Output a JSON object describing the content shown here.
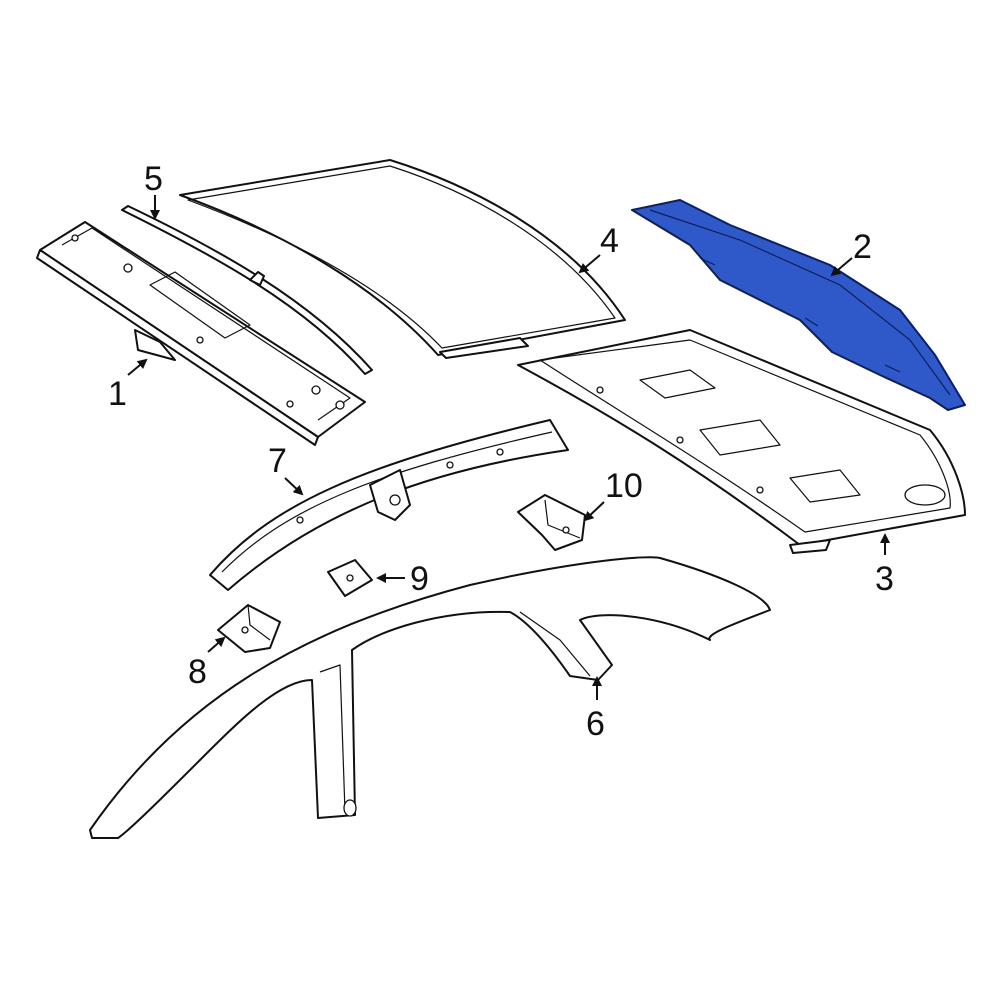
{
  "diagram": {
    "highlight_color": "#2f58c8",
    "line_color": "#111111",
    "callouts": [
      {
        "id": "1",
        "label": "1"
      },
      {
        "id": "2",
        "label": "2"
      },
      {
        "id": "3",
        "label": "3"
      },
      {
        "id": "4",
        "label": "4"
      },
      {
        "id": "5",
        "label": "5"
      },
      {
        "id": "6",
        "label": "6"
      },
      {
        "id": "7",
        "label": "7"
      },
      {
        "id": "8",
        "label": "8"
      },
      {
        "id": "9",
        "label": "9"
      },
      {
        "id": "10",
        "label": "10"
      }
    ],
    "highlighted_part": "2"
  }
}
